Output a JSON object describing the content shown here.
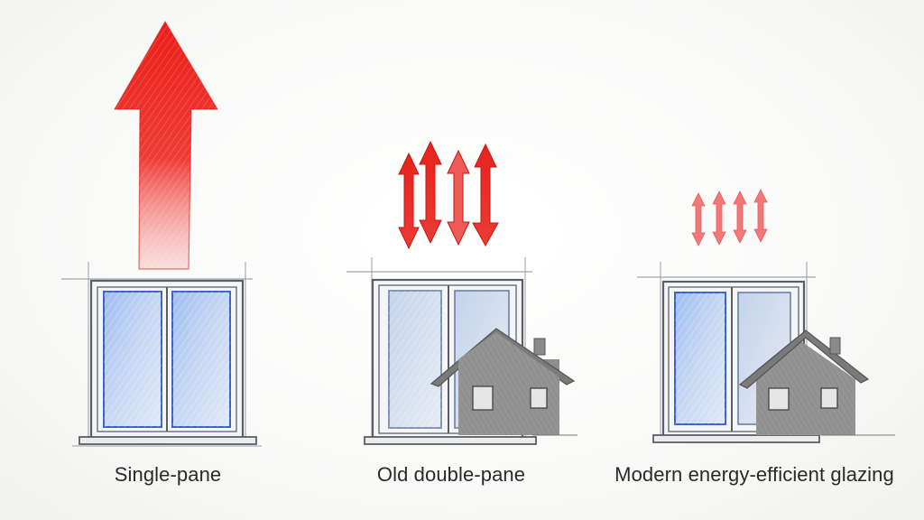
{
  "panels": [
    {
      "label": "Single-pane"
    },
    {
      "label": "Old double-pane"
    },
    {
      "label": "Modern energy-efficient glazing"
    }
  ],
  "colors": {
    "arrow_strong": "#e8231d",
    "arrow_light": "#ee6a6a",
    "frame": "#5a5e66",
    "glass": "#a9c4ee",
    "glass_edge": "#3d63c9",
    "house": "#8d8d8d",
    "text": "#2a2a2a"
  },
  "icons": [
    "heat-loss-arrow-icon",
    "window-icon",
    "house-icon"
  ]
}
